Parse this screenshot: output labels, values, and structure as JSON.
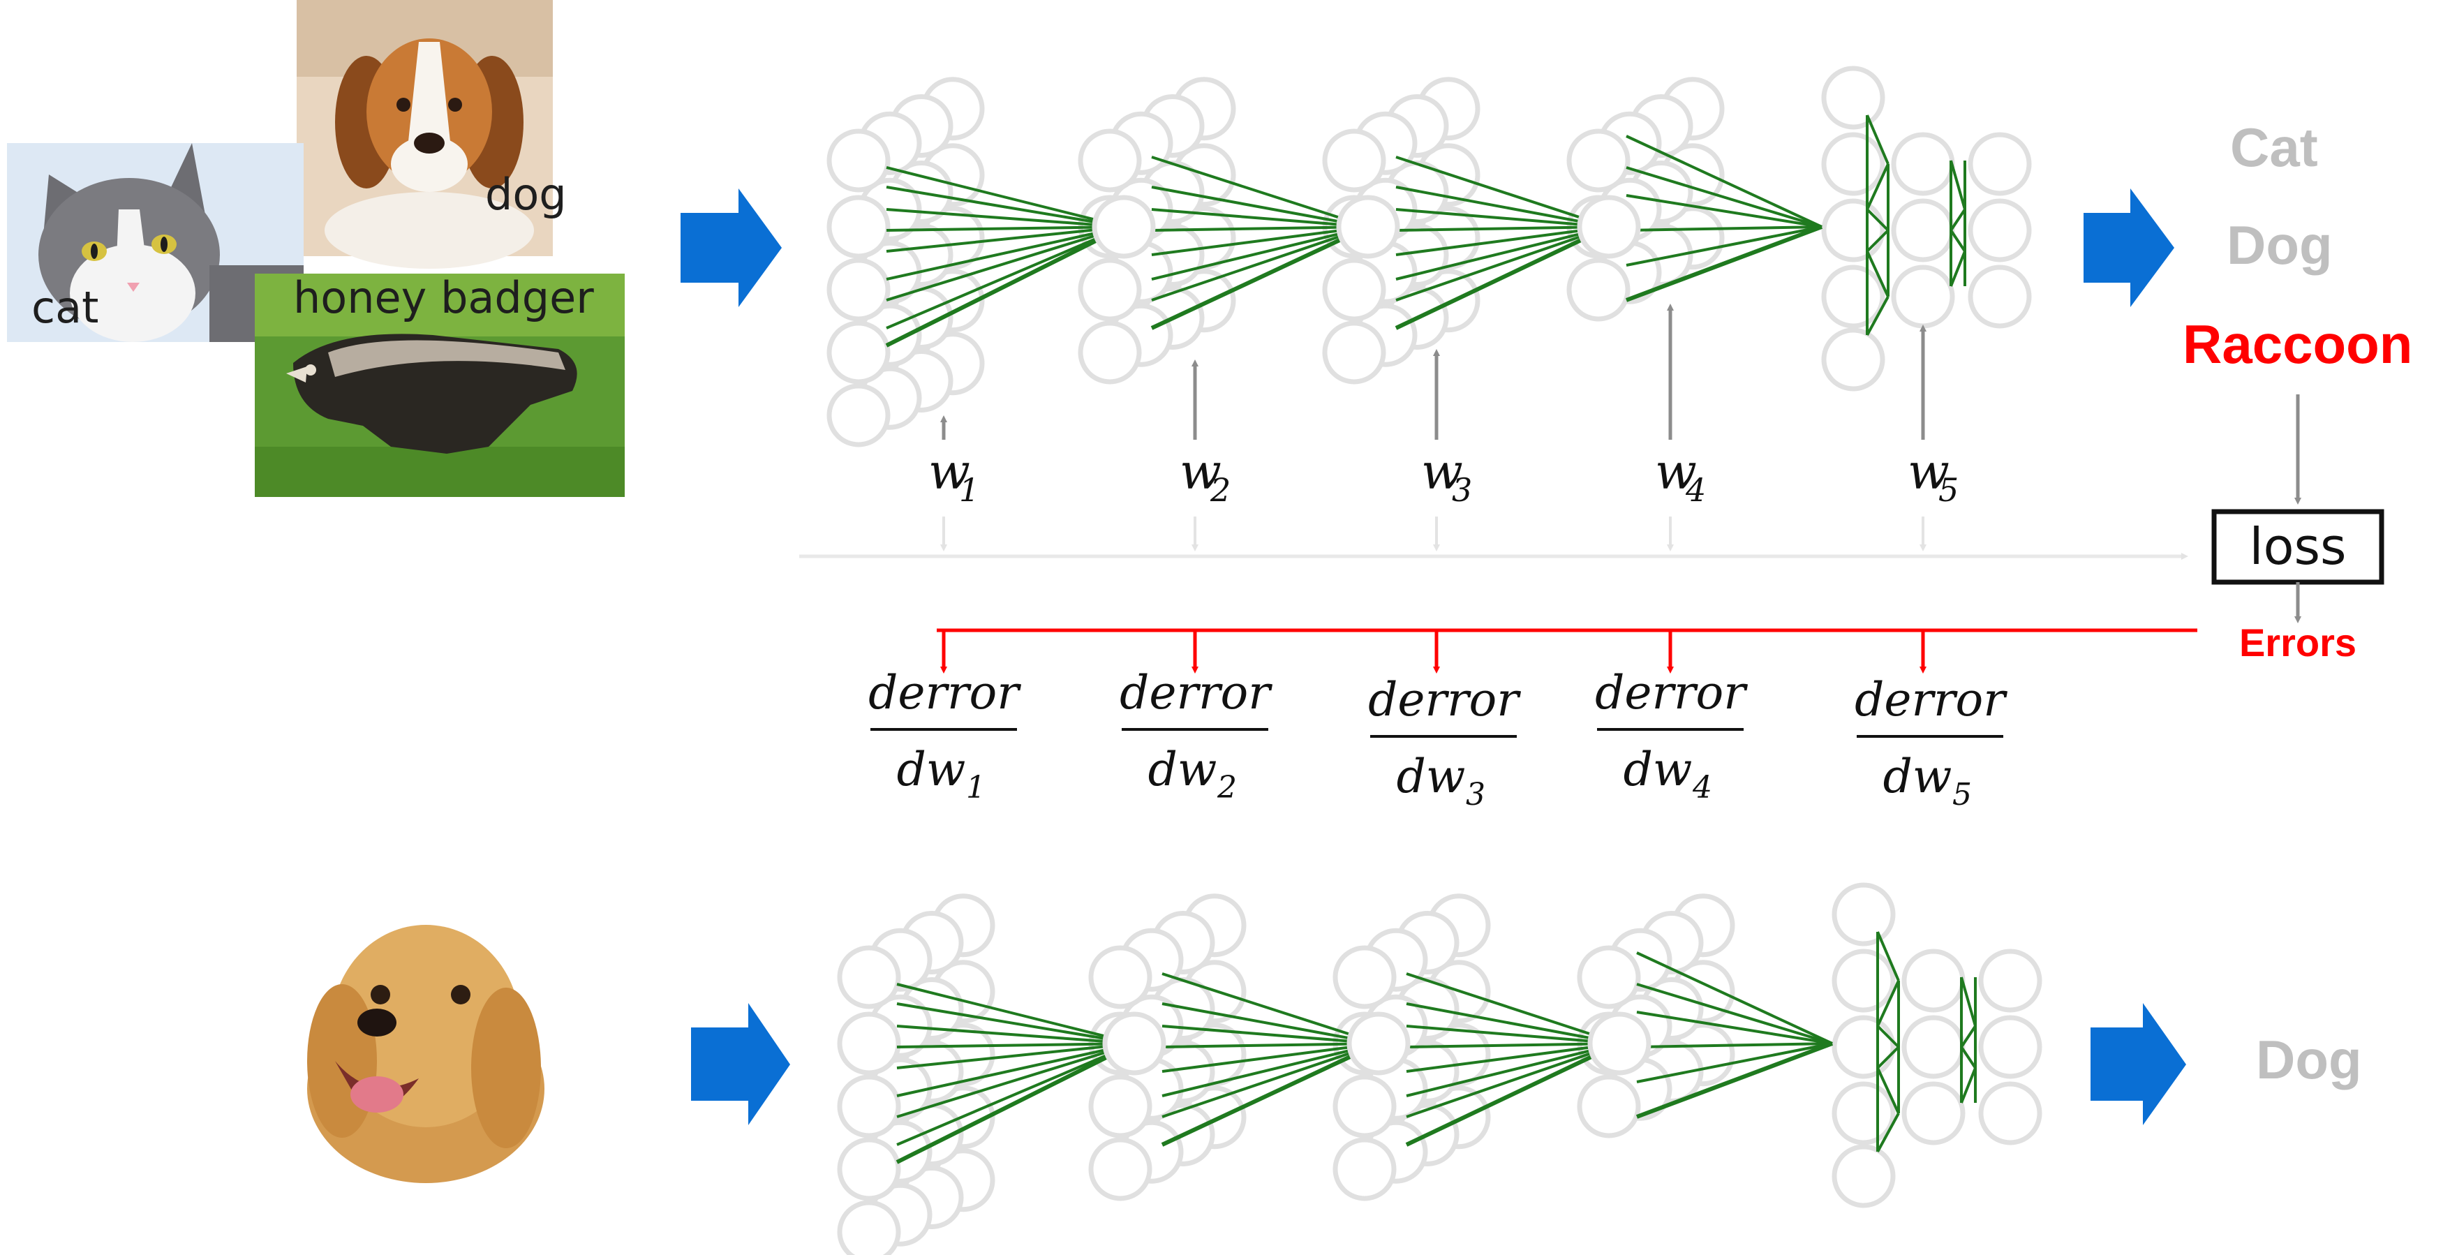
{
  "training": {
    "images": [
      {
        "label": "dog",
        "subject": "beagle"
      },
      {
        "label": "cat",
        "subject": "grey-and-white cat"
      },
      {
        "label": "honey badger",
        "subject": "honey badger in grass"
      }
    ],
    "outputs": [
      {
        "label": "Cat",
        "color": "#bfbfbf"
      },
      {
        "label": "Dog",
        "color": "#bfbfbf"
      },
      {
        "label": "Raccoon",
        "color": "#ff0000"
      }
    ],
    "weights": [
      {
        "sym": "w",
        "sub": "1"
      },
      {
        "sym": "w",
        "sub": "2"
      },
      {
        "sym": "w",
        "sub": "3"
      },
      {
        "sym": "w",
        "sub": "4"
      },
      {
        "sym": "w",
        "sub": "5"
      }
    ],
    "loss_label": "loss",
    "errors_label": "Errors",
    "gradients": [
      {
        "numerator": "derror",
        "denominator": "dw",
        "sub": "1"
      },
      {
        "numerator": "derror",
        "denominator": "dw",
        "sub": "2"
      },
      {
        "numerator": "derror",
        "denominator": "dw",
        "sub": "3"
      },
      {
        "numerator": "derror",
        "denominator": "dw",
        "sub": "4"
      },
      {
        "numerator": "derror",
        "denominator": "dw",
        "sub": "5"
      }
    ]
  },
  "inference": {
    "image": {
      "subject": "golden retriever"
    },
    "output": {
      "label": "Dog",
      "color": "#bfbfbf"
    }
  },
  "colors": {
    "node": "#e0e0e0",
    "edge": "#1f7a1f",
    "arrow_fill": "#0a6fd4",
    "error_line": "#ff0000",
    "weight_arrow": "#8c8c8c",
    "faint_line": "#e8e8e8"
  }
}
